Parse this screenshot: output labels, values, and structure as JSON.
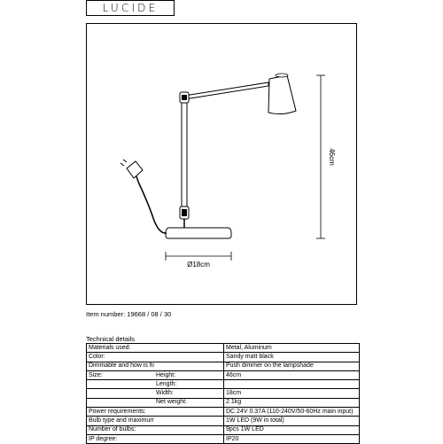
{
  "brand": {
    "logo_text": "LUCIDE"
  },
  "drawing": {
    "height_dimension": "46cm",
    "base_dimension": "Ø18cm"
  },
  "item_number": "Item number:  19668 / 08 / 30",
  "technical_details": {
    "title": "Technical details",
    "rows": [
      {
        "label": "Materials used:",
        "sub": "",
        "value": "Metal, Aluminum"
      },
      {
        "label": "Color:",
        "sub": "",
        "value": "Sandy matt black"
      },
      {
        "label": "Dimmable and how is fixture dimmable",
        "sub": "",
        "value": "Push dimmer  on the lampshade"
      },
      {
        "label": "Size:",
        "sub": "Height:",
        "value": "46cm"
      },
      {
        "label": "",
        "sub": "Length:",
        "value": ""
      },
      {
        "label": "",
        "sub": "Width:",
        "value": "18cm"
      },
      {
        "label": "",
        "sub": "Net weight:",
        "value": "2.1kg"
      },
      {
        "label": "Power requirements:",
        "sub": "",
        "value": "DC 24V 0.37A (110-240V/50-60Hz main input)"
      },
      {
        "label": "Bulb type and maximum wattage:",
        "sub": "",
        "value": "1W LED (9W in total)"
      },
      {
        "label": "Number of bulbs:",
        "sub": "",
        "value": "9pcs 1W LED"
      },
      {
        "label": "IP degree:",
        "sub": "",
        "value": "IP20"
      }
    ]
  }
}
